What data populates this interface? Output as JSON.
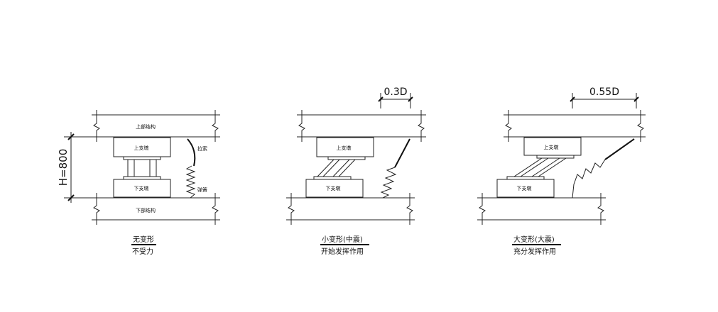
{
  "panels": [
    {
      "upper_structure": "上部结构",
      "lower_structure": "下部结构",
      "upper_pier": "上支墩",
      "lower_pier": "下支墩",
      "tie_label": "拉索",
      "spring_label": "弹簧",
      "height_dim": "H=800",
      "caption_title": "无变形",
      "caption_sub": "不受力"
    },
    {
      "upper_pier": "上支墩",
      "lower_pier": "下支墩",
      "offset_dim": "0.3D",
      "caption_title": "小变形(中震)",
      "caption_sub": "开始发挥作用"
    },
    {
      "upper_pier": "上支墩",
      "lower_pier": "下支墩",
      "offset_dim": "0.55D",
      "caption_title": "大变形(大震)",
      "caption_sub": "充分发挥作用"
    }
  ]
}
